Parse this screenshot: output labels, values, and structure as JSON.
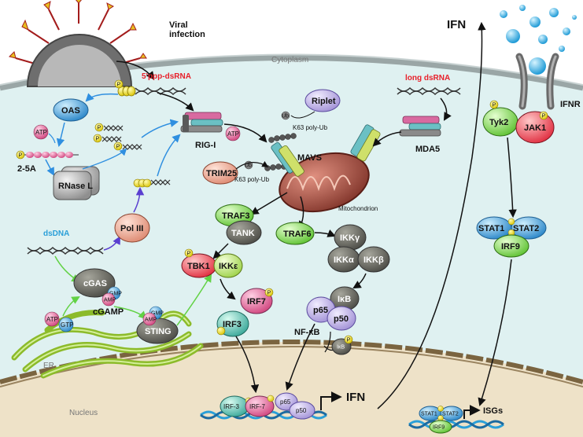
{
  "regions": {
    "cytoplasm": "Cytoplasm",
    "nucleus": "Nucleus",
    "er": "ER",
    "mitochondrion": "Mitochondrion"
  },
  "infection": {
    "viral_infection_line1": "Viral",
    "viral_infection_line2": "infection"
  },
  "ligands": {
    "ppp_dsrna": "5'ppp-dsRNA",
    "long_dsrna": "long dsRNA",
    "dsdna": "dsDNA",
    "p": "P"
  },
  "proteins": {
    "oas": "OAS",
    "atp": "ATP",
    "two_five_a": "2-5A",
    "rnase_l": "RNase L",
    "rig_i": "RIG-I",
    "riplet": "Riplet",
    "ub": "Ub",
    "k63_poly_ub": "K63 poly-Ub",
    "trim25": "TRIM25",
    "mavs": "MAVS",
    "mda5": "MDA5",
    "pol_iii": "Pol III",
    "cgas": "cGAS",
    "gmp": "GMP",
    "amp": "AMP",
    "cgamp": "cGAMP",
    "gtp": "GTP",
    "sting": "STING",
    "traf3": "TRAF3",
    "tank": "TANK",
    "traf6": "TRAF6",
    "tbk1": "TBK1",
    "ikke": "IKKε",
    "ikkg": "IKKγ",
    "ikka": "IKKα",
    "ikkb": "IKKβ",
    "irf7": "IRF7",
    "irf3": "IRF3",
    "p65": "p65",
    "p50": "p50",
    "ikb": "IκB",
    "nfkb": "NF-κB",
    "ifn": "IFN",
    "ifnr": "IFNR",
    "tyk2": "Tyk2",
    "jak1": "JAK1",
    "stat1": "STAT1",
    "stat2": "STAT2",
    "irf9": "IRF9",
    "isgs": "ISGs"
  },
  "nucleus_labels": {
    "irf3": "IRF-3",
    "irf7": "IRF-7",
    "p65": "p65",
    "p50": "p50",
    "ifn": "IFN",
    "stat1": "STAT1",
    "stat2": "STAT2",
    "irf9": "IRF9",
    "isgs": "ISGs"
  },
  "colors": {
    "cytoplasm": "#dff1f1",
    "nucleus": "#eee2c8",
    "arrow_blue": "#2f8fe0",
    "arrow_green": "#62d245",
    "rna_red": "#e8202a",
    "dna_blue": "#2a9fd8",
    "mitochondrion": "#8e4034"
  }
}
